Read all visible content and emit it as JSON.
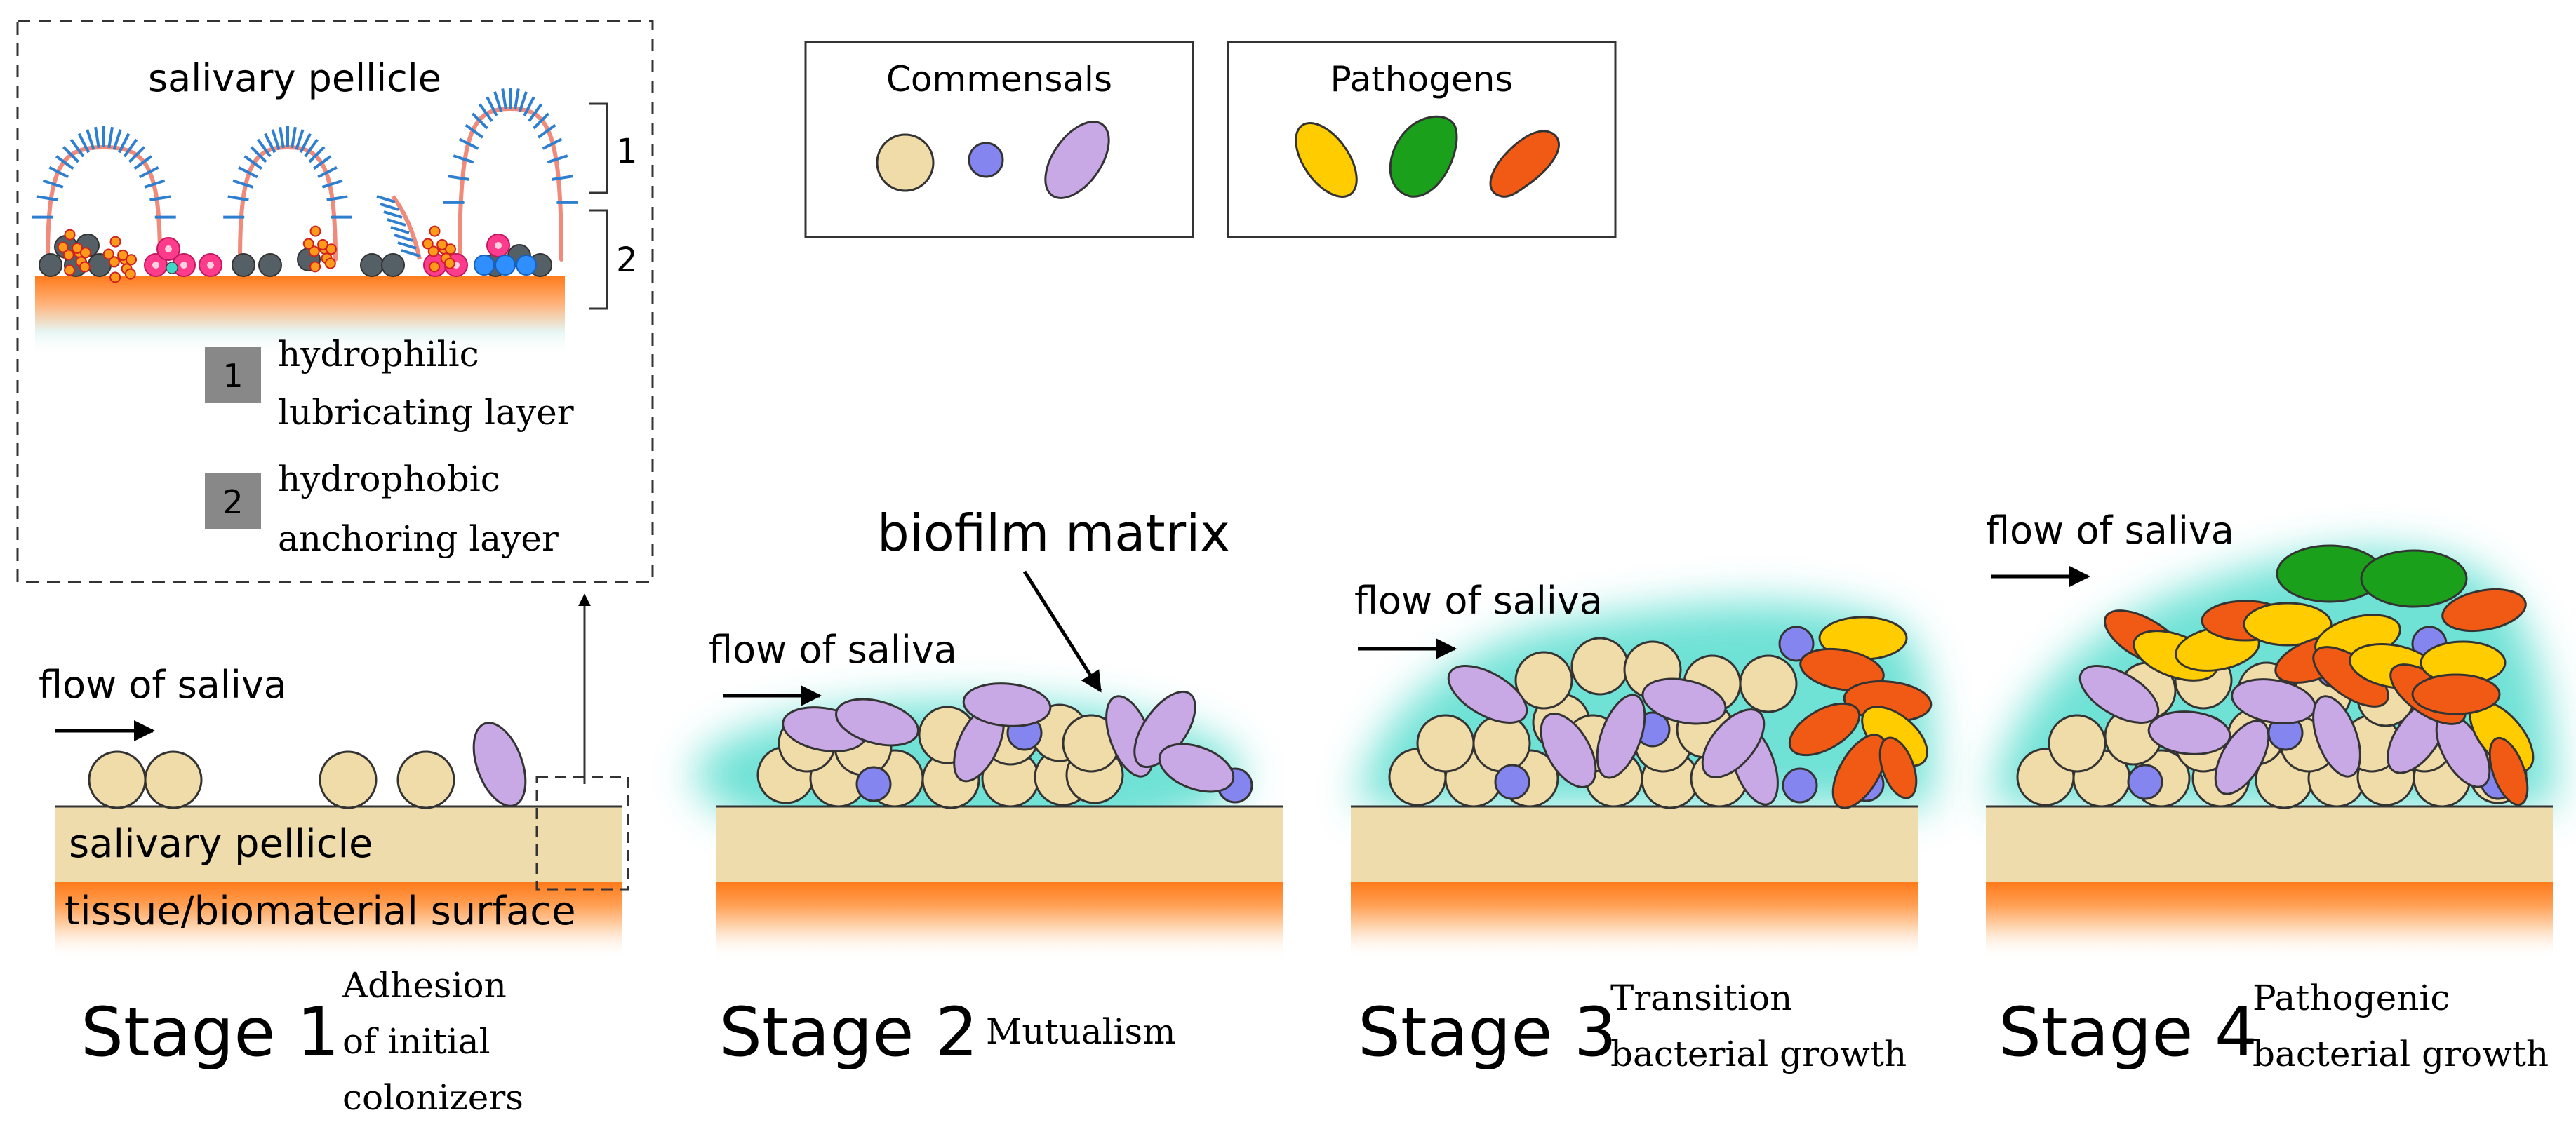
{
  "legend": {
    "commensals_title": "Commensals",
    "pathogens_title": "Pathogens"
  },
  "inset": {
    "title": "salivary pellicle",
    "bracket_1": "1",
    "bracket_2": "2",
    "key_1_number": "1",
    "key_1_line1": "hydrophilic",
    "key_1_line2": "lubricating layer",
    "key_2_number": "2",
    "key_2_line1": "hydrophobic",
    "key_2_line2": "anchoring layer"
  },
  "stage1": {
    "flow": "flow of saliva",
    "pellicle": "salivary pellicle",
    "surface": "tissue/biomaterial surface",
    "label": "Stage 1",
    "desc_line1": "Adhesion",
    "desc_line2": "of initial",
    "desc_line3": "colonizers"
  },
  "stage2": {
    "matrix": "biofilm matrix",
    "flow": "flow of saliva",
    "label": "Stage 2",
    "desc_line1": "Mutualism"
  },
  "stage3": {
    "flow": "flow of saliva",
    "label": "Stage 3",
    "desc_line1": "Transition",
    "desc_line2": "bacterial growth"
  },
  "stage4": {
    "flow": "flow of saliva",
    "label": "Stage 4",
    "desc_line1": "Pathogenic",
    "desc_line2": "bacterial growth"
  },
  "colors": {
    "cocci": "#f0dca8",
    "small_coccus": "#8585f0",
    "rod": "#c9a8e6",
    "pathogen_yellow": "#ffcc00",
    "pathogen_green": "#1aa01a",
    "pathogen_orange": "#f05a14",
    "pellicle": "#efdcac",
    "matrix_glow": "#3fd8c8",
    "protein_strand": "#f08a7a",
    "protein_branch": "#2f7fd0",
    "layer_badge": "#888888"
  }
}
